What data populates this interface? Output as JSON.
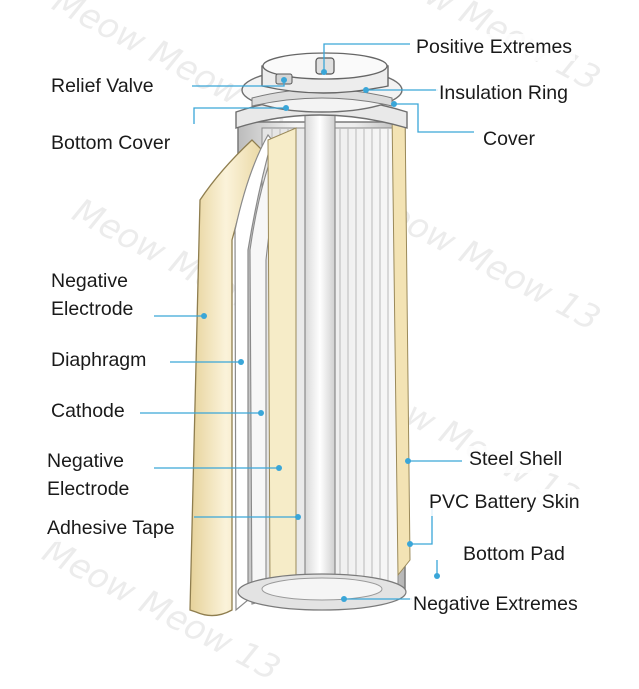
{
  "diagram": {
    "labels": {
      "positive_extremes": "Positive Extremes",
      "relief_valve": "Relief Valve",
      "insulation_ring": "Insulation Ring",
      "bottom_cover": "Bottom Cover",
      "cover": "Cover",
      "negative_electrode_1a": "Negative",
      "negative_electrode_1b": "Electrode",
      "diaphragm": "Diaphragm",
      "cathode": "Cathode",
      "steel_shell": "Steel Shell",
      "negative_electrode_2a": "Negative",
      "negative_electrode_2b": "Electrode",
      "pvc_battery_skin": "PVC Battery Skin",
      "adhesive_tape": "Adhesive Tape",
      "bottom_pad": "Bottom Pad",
      "negative_extremes": "Negative Extremes"
    },
    "watermark": "Meow Meow 13",
    "colors": {
      "leader": "#3aa6d8",
      "electrode": "#f3e3b4",
      "shell": "#d8d8d8"
    }
  }
}
